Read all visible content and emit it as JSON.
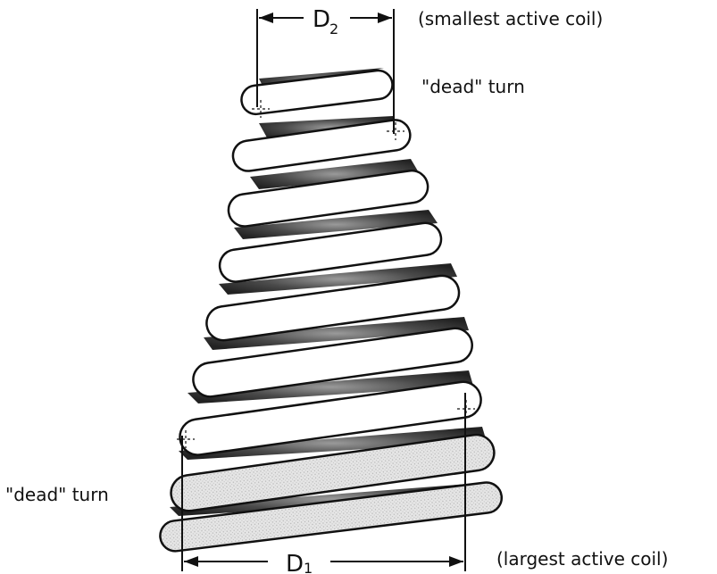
{
  "dims": {
    "top": {
      "symbol": "D",
      "subscript": "2",
      "note": "(smallest active coil)"
    },
    "bottom": {
      "symbol": "D",
      "subscript": "1",
      "note": "(largest active coil)"
    }
  },
  "dead_turn_labels": {
    "top": "\"dead\" turn",
    "bottom": "\"dead\" turn"
  },
  "colors": {
    "ink": "#111111",
    "coil_fill": "#ffffff",
    "inner_shade": "#5a5a5a",
    "inner_light": "#d6d6d6"
  }
}
